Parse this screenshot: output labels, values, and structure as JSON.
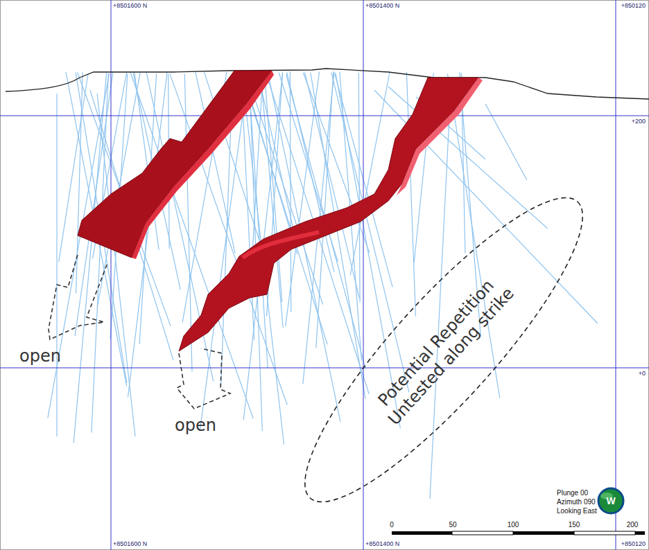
{
  "diagram": {
    "nodes": [
      {
        "text": [
          "Potential Repetition Untested along strike"
        ]
      }
    ],
    "labels": [
      "+8501600 N",
      "+8501400 N",
      "+850120",
      "+200",
      "+0",
      "+8501600 N",
      "+8501400 N",
      "+850120",
      "open",
      "open",
      "Plunge 00",
      "Azimuth 090",
      "Looking East",
      "W",
      "0",
      "50",
      "100",
      "150",
      "200"
    ]
  }
}
